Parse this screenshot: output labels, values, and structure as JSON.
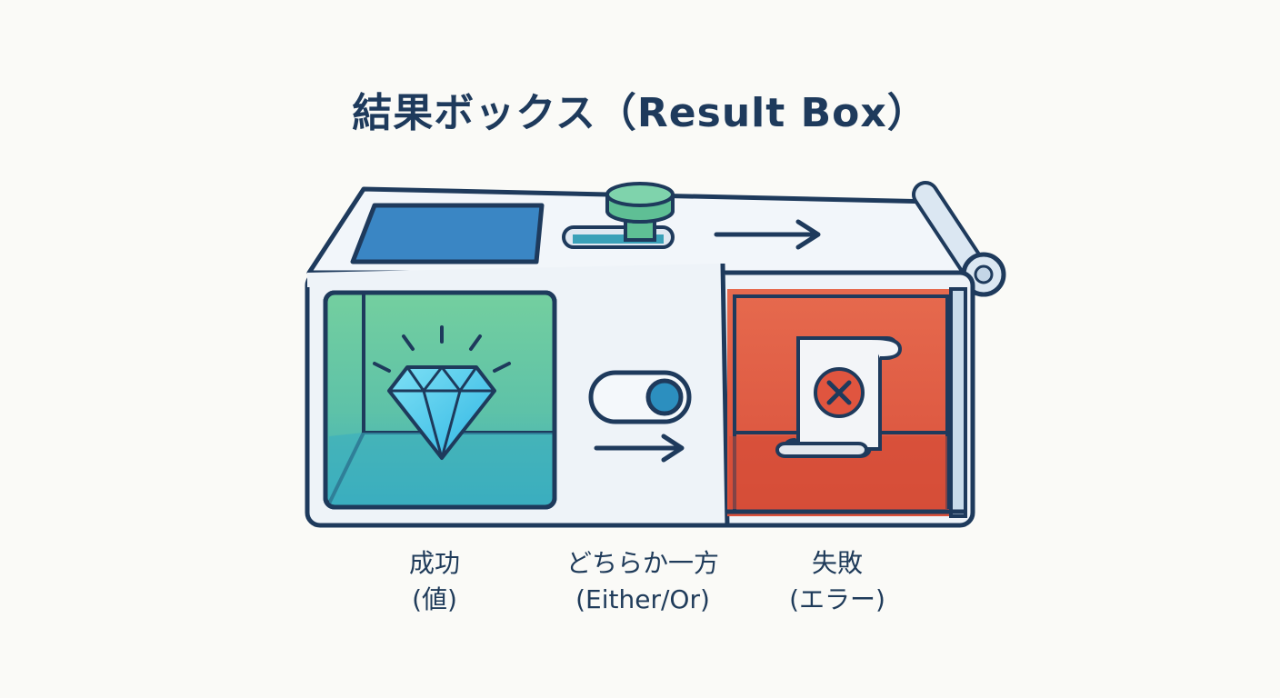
{
  "title": "結果ボックス（Result Box）",
  "labels": {
    "success": {
      "line1": "成功",
      "line2": "(値)"
    },
    "either": {
      "line1": "どちらか一方",
      "line2": "(Either/Or)"
    },
    "failure": {
      "line1": "失敗",
      "line2": "(エラー)"
    }
  },
  "colors": {
    "outline": "#1e3a5c",
    "box_body": "#eef3f8",
    "success_top": "#6cc8a0",
    "success_bottom": "#3bb1c0",
    "failure": "#e0553f",
    "lid_window": "#3a86c4",
    "knob": "#5fbf95",
    "diamond": "#4fd0ee"
  },
  "icons": {
    "success": "diamond-icon",
    "middle": "toggle-switch-icon",
    "failure": "error-scroll-icon"
  }
}
